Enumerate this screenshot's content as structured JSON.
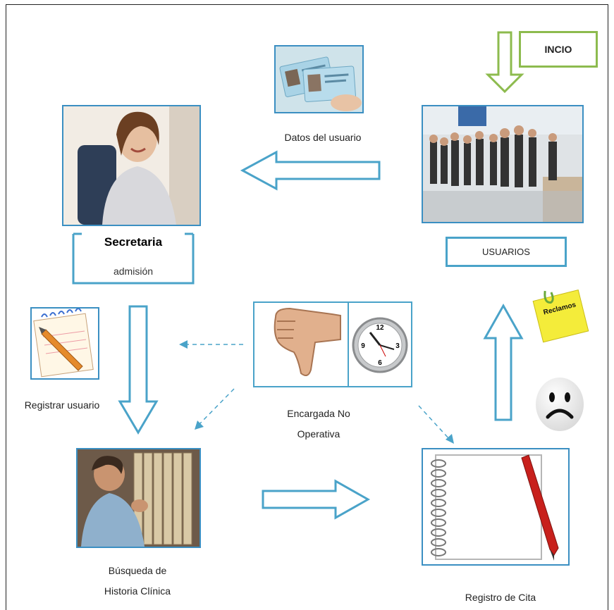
{
  "nodes": {
    "inicio": "INCIO",
    "usuarios": "USUARIOS",
    "datos_usuario": "Datos del usuario",
    "secretaria": "Secretaria",
    "admision": "admisión",
    "registrar_usuario": "Registrar usuario",
    "encargada_line1": "Encargada No",
    "encargada_line2": "Operativa",
    "busqueda_line1": "Búsqueda de",
    "busqueda_line2": "Historia Clínica",
    "registro_cita": "Registro de Cita",
    "reclamos": "Reclamos"
  },
  "colors": {
    "accent_blue": "#4aa3c9",
    "accent_green": "#8dbb4e",
    "photo_border": "#3b8fc2",
    "note_yellow": "#f4ec3a"
  },
  "icons": [
    "id-cards-icon",
    "headset-woman-icon",
    "crowd-icon",
    "notepad-pen-icon",
    "thumbs-down-icon",
    "clock-icon",
    "file-archive-icon",
    "spiral-notebook-icon",
    "sticky-note-icon",
    "sad-face-icon"
  ]
}
